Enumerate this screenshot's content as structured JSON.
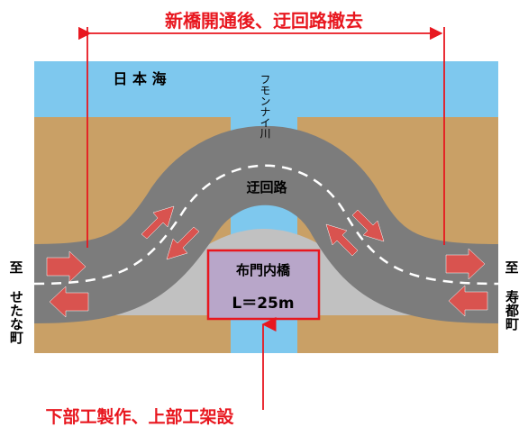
{
  "top_caption": "新橋開通後、迂回路撤去",
  "sea_label": "日 本 海",
  "river_label": "フモンナイ川",
  "detour_label": "迂回路",
  "bridge": {
    "name": "布門内橋",
    "length": "L＝25m"
  },
  "left_dest": [
    "至",
    "せたな町"
  ],
  "right_dest": [
    "至",
    "寿都町"
  ],
  "bottom_caption": "下部工製作、上部工架設",
  "colors": {
    "red": "#e8171f",
    "sea": "#7ec8ee",
    "land": "#c9a066",
    "road": "#7c7c7c",
    "fill": "#c1c1c1",
    "arrow": "#d9534f",
    "bridge_box": "#b8a6c9"
  }
}
